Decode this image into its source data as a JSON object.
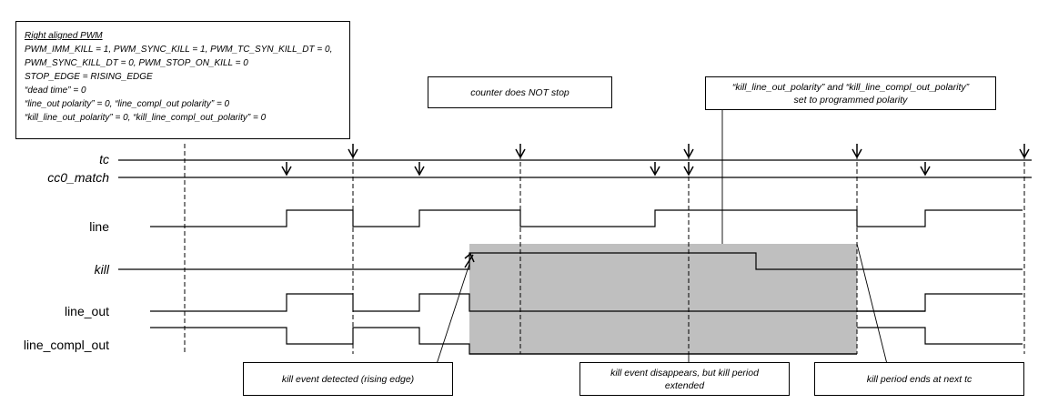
{
  "config": {
    "title": "Right aligned PWM",
    "lines": [
      "PWM_IMM_KILL = 1, PWM_SYNC_KILL = 1, PWM_TC_SYN_KILL_DT = 0,",
      "PWM_SYNC_KILL_DT = 0, PWM_STOP_ON_KILL = 0",
      "STOP_EDGE = RISING_EDGE",
      "“dead time” = 0",
      "“line_out polarity” = 0, “line_compl_out polarity” = 0",
      "“kill_line_out_polarity” = 0, “kill_line_compl_out_polarity” = 0"
    ]
  },
  "notes": {
    "counter": "counter does NOT stop",
    "polarity_line1": "“kill_line_out_polarity” and “kill_line_compl_out_polarity”",
    "polarity_line2": "set to programmed polarity",
    "kill_detected": "kill event detected (rising edge)",
    "kill_disappears_line1": "kill event disappears, but kill period",
    "kill_disappears_line2": "extended",
    "kill_ends": "kill period ends at next tc"
  },
  "signals": {
    "tc": "tc",
    "cc0_match": "cc0_match",
    "line": "line",
    "kill": "kill",
    "line_out": "line_out",
    "line_compl_out": "line_compl_out"
  },
  "colors": {
    "line": "#000000",
    "kill_period_shade": "#bfbfbf",
    "background": "#ffffff"
  }
}
